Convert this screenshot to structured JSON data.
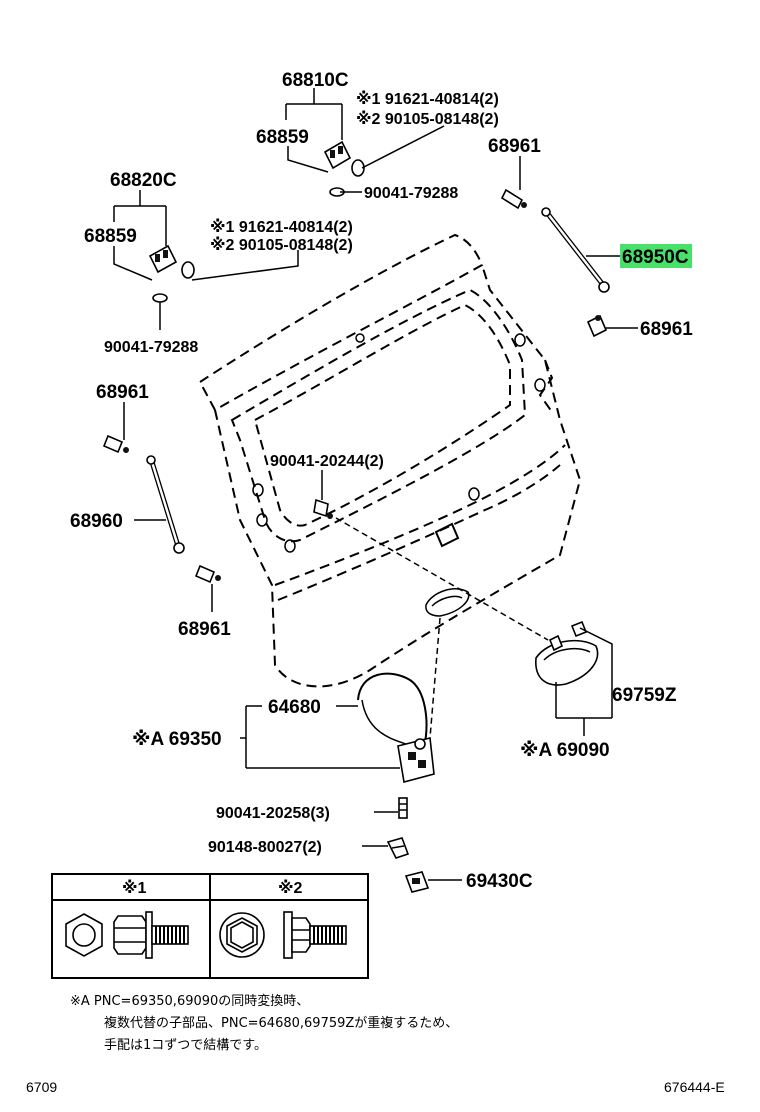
{
  "labels": {
    "p68810c": "68810C",
    "p68859_top": "68859",
    "r1_top": "※1 91621-40814(2)",
    "r2_top": "※2 90105-08148(2)",
    "p90041_79288_top": "90041-79288",
    "p68961_top_right": "68961",
    "p68820c": "68820C",
    "p68859_left": "68859",
    "r1_mid": "※1 91621-40814(2)",
    "r2_mid": "※2 90105-08148(2)",
    "p68950c": "68950C",
    "p90041_79288_left": "90041-79288",
    "p68961_mid_right": "68961",
    "p68961_left_top": "68961",
    "p90041_20244": "90041-20244(2)",
    "p68960": "68960",
    "p68961_left_bottom": "68961",
    "p69759z": "69759Z",
    "p64680": "64680",
    "p69350": "※A  69350",
    "p69090": "※A  69090",
    "p90041_20258": "90041-20258(3)",
    "p90148_80027": "90148-80027(2)",
    "p69430c": "69430C"
  },
  "legend_table": {
    "col1_header": "※1",
    "col2_header": "※2"
  },
  "note": {
    "line1": "※A  PNC=69350,69090の同時変換時、",
    "line2": "複数代替の子部品、PNC=64680,69759Zが重複するため、",
    "line3": "手配は1コずつで結構です。"
  },
  "footer": {
    "left_code": "6709",
    "right_code": "676444-E"
  },
  "colors": {
    "highlight": "#49e06a",
    "ink": "#000000",
    "background": "#ffffff"
  }
}
